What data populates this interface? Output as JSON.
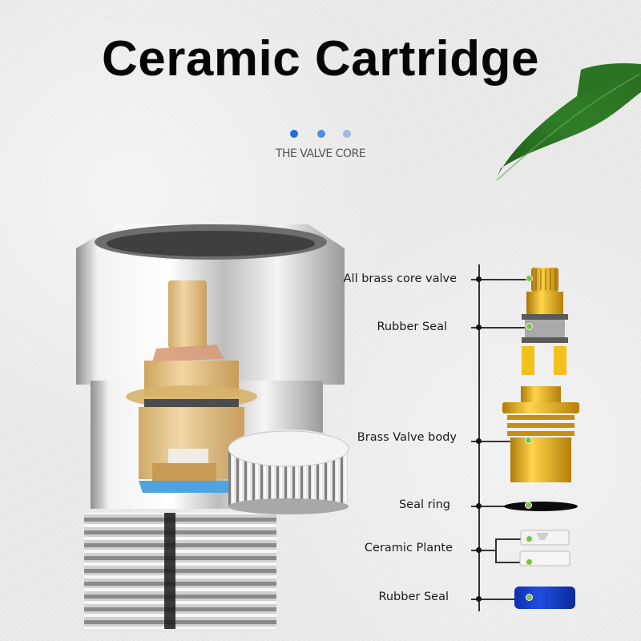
{
  "header": {
    "title": "Ceramic Cartridge",
    "subtitle": "THE VALVE CORE",
    "dots": [
      {
        "color": "#1e6fd9"
      },
      {
        "color": "#4f8fe0"
      },
      {
        "color": "#9dbbe6"
      }
    ]
  },
  "decoration": {
    "leaf": "green-leaf"
  },
  "product": {
    "name": "angle-valve-cutaway",
    "colors": {
      "chrome": "#d9d9d9",
      "brass": "#e0b86a",
      "blue_seal": "#4fa3e0"
    }
  },
  "callouts": {
    "line_color": "#333333",
    "marker_color": "#7cc242",
    "items": [
      {
        "label": "All brass core valve",
        "part": "brass-stem"
      },
      {
        "label": "Rubber Seal",
        "part": "stem-rubber-seal"
      },
      {
        "label": "Brass Valve body",
        "part": "brass-valve-body"
      },
      {
        "label": "Seal ring",
        "part": "black-seal-ring"
      },
      {
        "label": "Ceramic Plante",
        "part": "ceramic-plates"
      },
      {
        "label": "Rubber Seal",
        "part": "blue-rubber-seal"
      }
    ]
  }
}
